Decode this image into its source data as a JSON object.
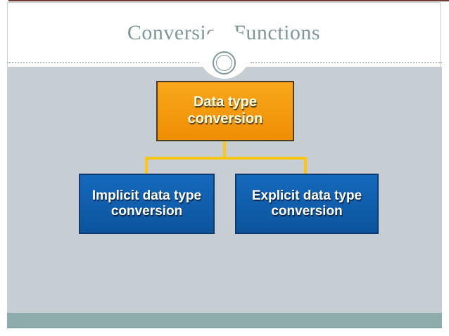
{
  "page": {
    "title": "Conversion Functions"
  },
  "diagram": {
    "root": {
      "label": "Data type conversion"
    },
    "children": [
      {
        "label": "Implicit data type conversion"
      },
      {
        "label": "Explicit data type conversion"
      }
    ]
  },
  "colors": {
    "accent_top_line": "#6E3B36",
    "title_text": "#7E9898",
    "header_bg": "#FFFFFF",
    "header_border": "#C9D1D1",
    "dotted_line": "#AEBDBD",
    "ornament_ring": "#7E9898",
    "body_bg": "#C6CED3",
    "footer_bar": "#8DACAB",
    "root_fill_top": "#F9A71C",
    "root_fill_bottom": "#EE8E03",
    "root_border": "#463B24",
    "root_text": "#FFFBDD",
    "child_fill_top": "#1569BC",
    "child_fill_bottom": "#0B549C",
    "child_border": "#0E3C70",
    "child_text": "#FFFFFF",
    "connector": "#FFC512"
  }
}
